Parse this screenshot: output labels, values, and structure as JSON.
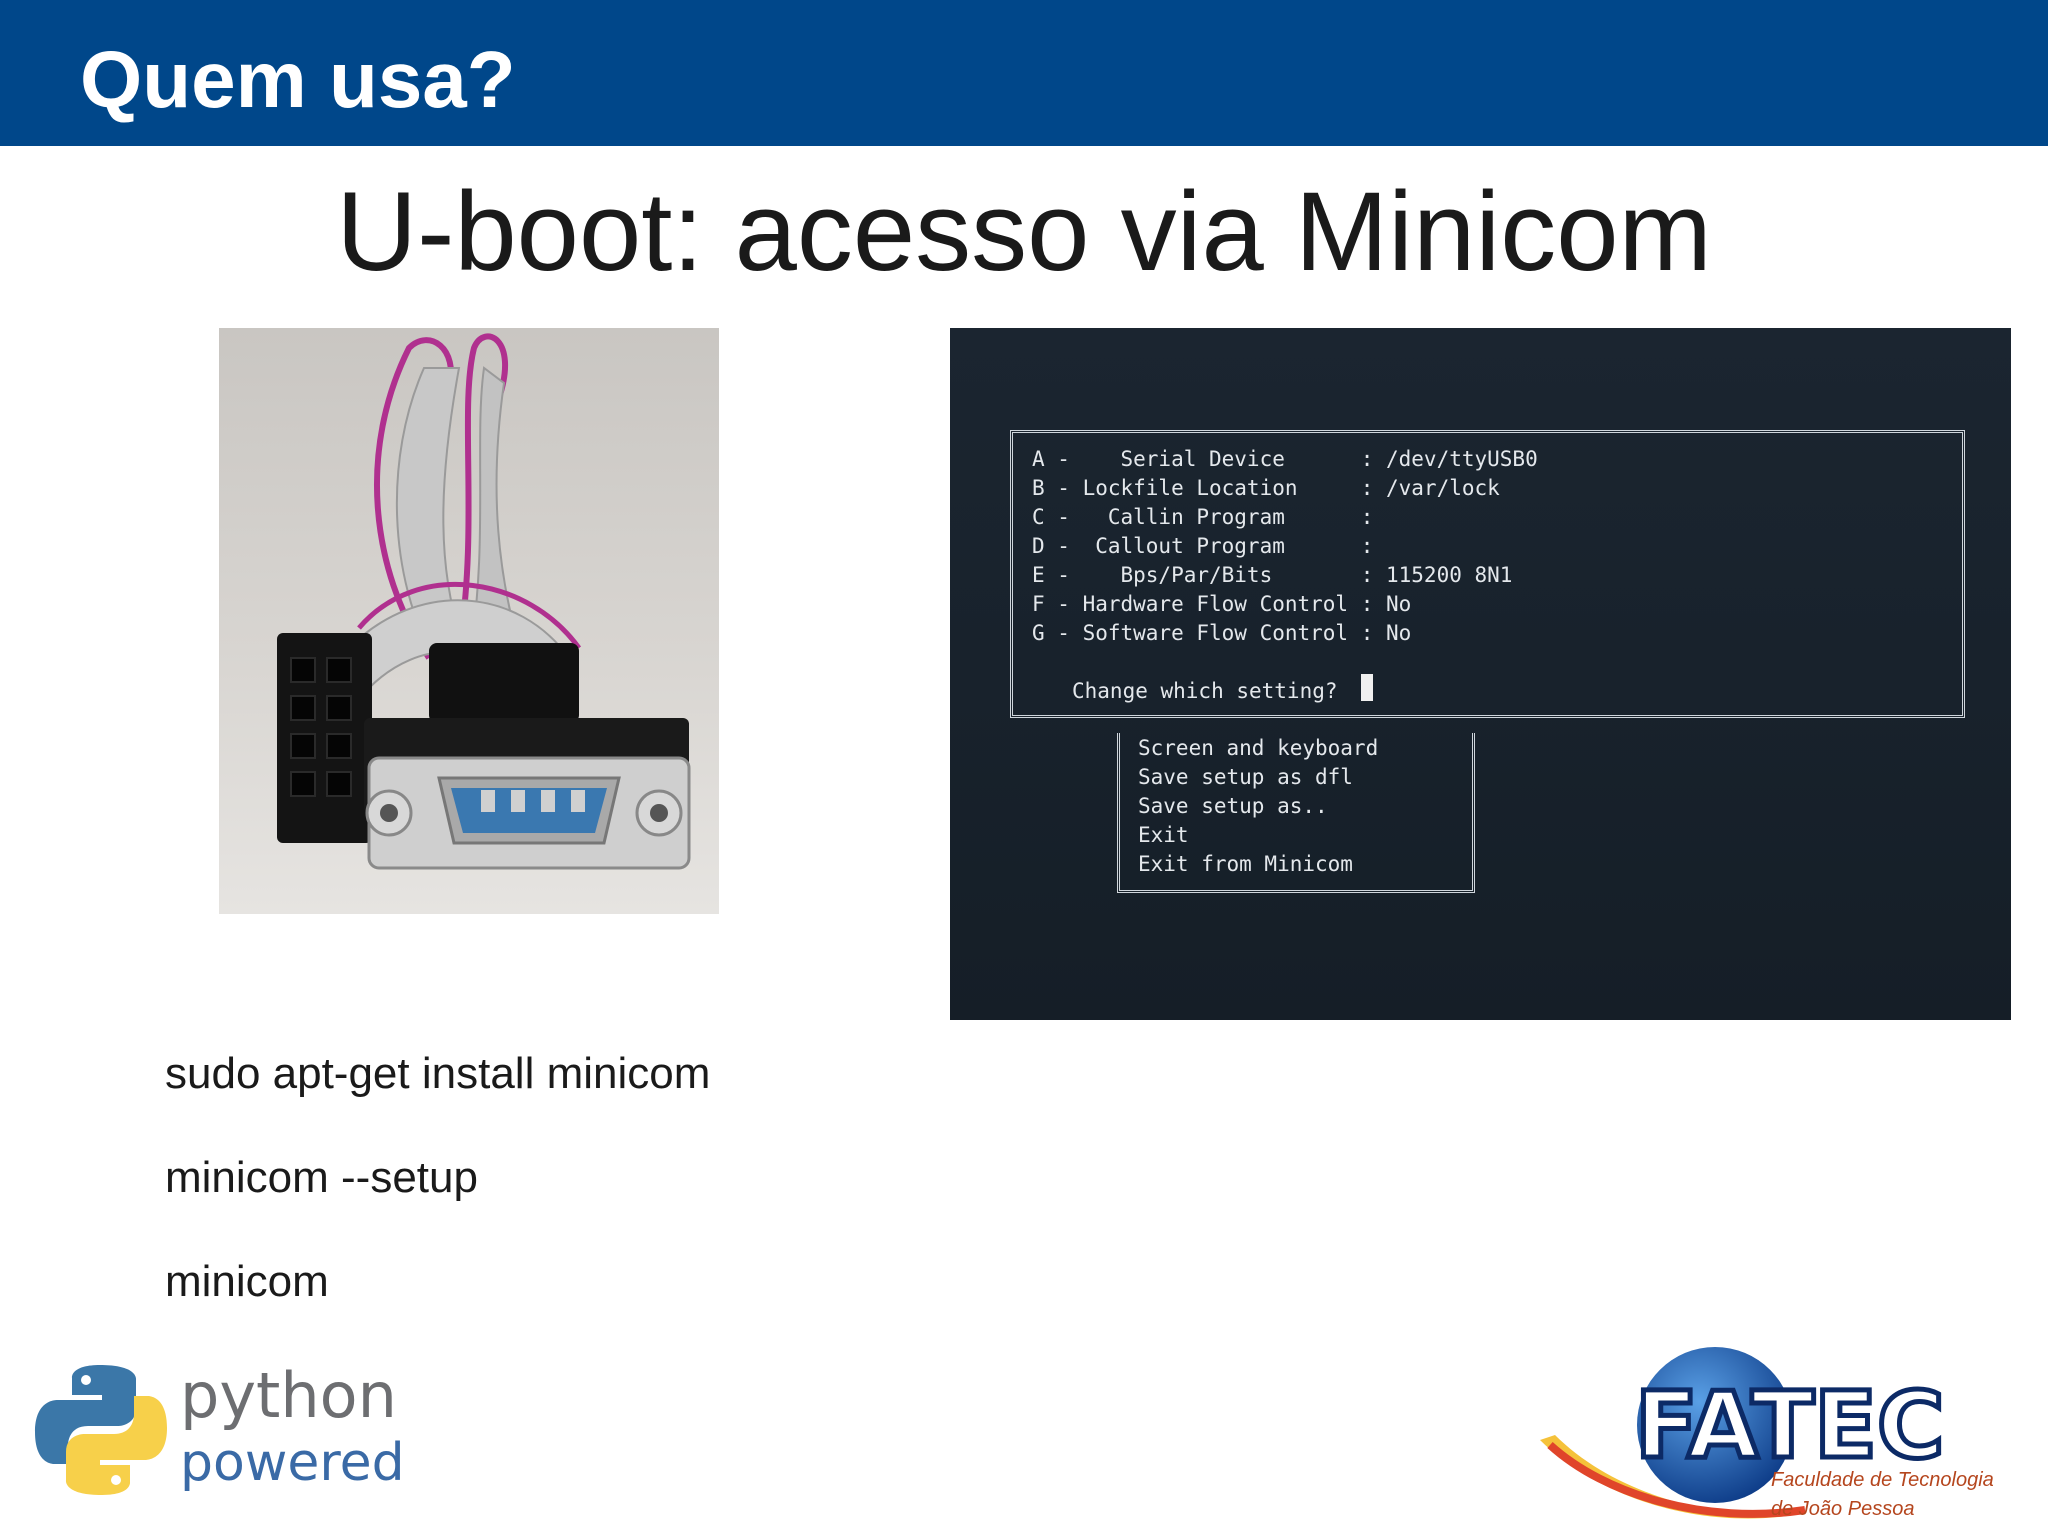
{
  "header": {
    "title": "Quem usa?"
  },
  "slide": {
    "title": "U-boot: acesso via Minicom"
  },
  "terminal": {
    "settings": [
      "A -    Serial Device      : /dev/ttyUSB0",
      "B - Lockfile Location     : /var/lock",
      "C -   Callin Program      :",
      "D -  Callout Program      :",
      "E -    Bps/Par/Bits       : 115200 8N1",
      "F - Hardware Flow Control : No",
      "G - Software Flow Control : No"
    ],
    "prompt": "Change which setting?",
    "menu": [
      "Screen and keyboard",
      "Save setup as dfl",
      "Save setup as..",
      "Exit",
      "Exit from Minicom"
    ]
  },
  "commands": [
    "sudo apt-get install minicom",
    "minicom --setup",
    "minicom"
  ],
  "logos": {
    "python_word": "python",
    "powered_word": "powered",
    "fatec_name": "FATEC",
    "fatec_sub1": "Faculdade de Tecnologia",
    "fatec_sub2": "de João Pessoa"
  },
  "colors": {
    "header_bg": "#00478a",
    "terminal_bg": "#18222c",
    "python_blue": "#3b77a8",
    "python_yellow": "#f7d04a"
  }
}
